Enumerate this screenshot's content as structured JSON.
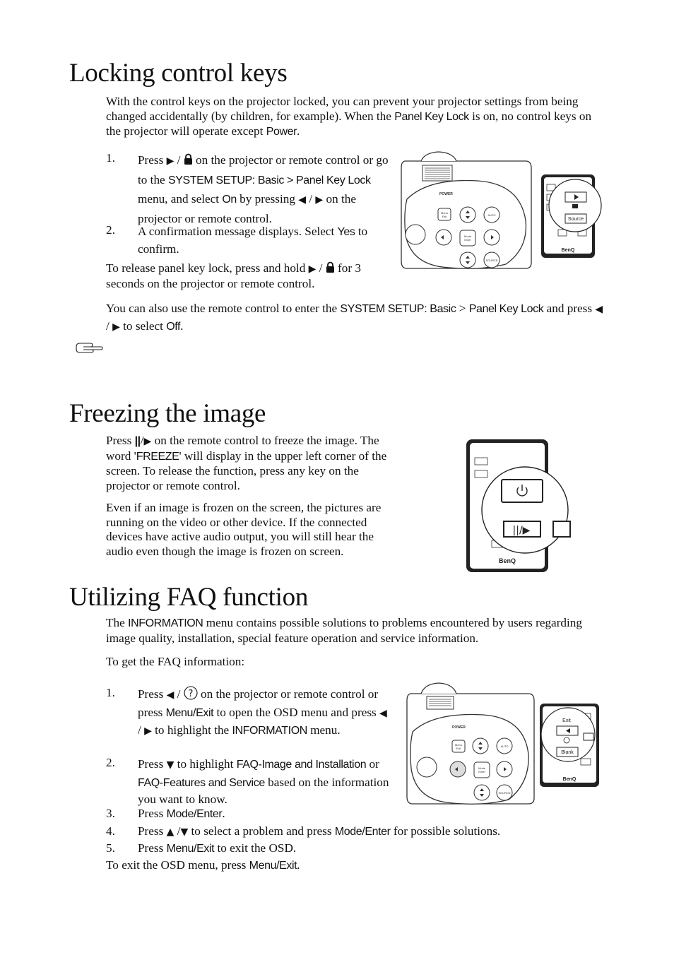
{
  "sections": {
    "locking": {
      "title": "Locking control keys",
      "intro": {
        "a": "With the control keys on the projector locked, you can prevent your projector settings from being changed accidentally (by children, for example). When the ",
        "b": "Panel Key Lock",
        "c": " is on, no control keys on the projector will operate except ",
        "d": "Power",
        "e": "."
      },
      "step1_num": "1.",
      "step1": {
        "a": "Press ",
        "b": " on the projector or remote control or go to the ",
        "c": "SYSTEM SETUP: Basic > Panel Key Lock",
        "d": " menu, and select ",
        "e": "On",
        "f": " by pressing ",
        "g": " on the projector or remote control."
      },
      "step2_num": "2.",
      "step2": {
        "a": "A confirmation message displays. Select ",
        "b": "Yes",
        "c": " to confirm."
      },
      "release": {
        "a": "To release panel key lock, press and hold ",
        "b": " for 3 seconds on the projector or remote control."
      },
      "also": {
        "a": "You can also use the remote control to enter the ",
        "b": "SYSTEM SETUP: Basic",
        "c": " > ",
        "d": "Panel Key Lock",
        "e": " and press ",
        "f": " to select ",
        "g": "Off",
        "h": "."
      }
    },
    "freeze": {
      "title": "Freezing the image",
      "p1": {
        "a": "Press ",
        "b": " on the remote control to freeze the image. The word '",
        "c": "FREEZE",
        "d": "' will display in the upper left corner of the screen. To release the function, press any key on the projector or remote control."
      },
      "p2": "Even if an image is frozen on the screen, the pictures are running on the video or other device. If the connected devices have active audio output, you will still hear the audio even though the image is frozen on screen."
    },
    "faq": {
      "title": "Utilizing FAQ function",
      "intro": {
        "a": "The ",
        "b": "INFORMATION",
        "c": " menu contains possible solutions to problems encountered by users regarding image quality, installation, special feature operation and service information."
      },
      "get": "To get the FAQ information:",
      "s1_num": "1.",
      "s1": {
        "a": "Press ",
        "b": " on the projector or remote control or press ",
        "c": "Menu/Exit",
        "d": " to open the OSD menu and press ",
        "e": " to highlight the ",
        "f": "INFORMATION",
        "g": " menu."
      },
      "s2_num": "2.",
      "s2": {
        "a": "Press ",
        "b": " to highlight ",
        "c": "FAQ-Image and Installation",
        "d": " or ",
        "e": "FAQ-Features and Service",
        "f": " based on the information you want to know."
      },
      "s3_num": "3.",
      "s3": {
        "a": "Press ",
        "b": "Mode/Enter",
        "c": "."
      },
      "s4_num": "4.",
      "s4": {
        "a": "Press ",
        "b": " to select a problem and press ",
        "c": "Mode/Enter",
        "d": " for possible solutions."
      },
      "s5_num": "5.",
      "s5": {
        "a": "Press ",
        "b": "Menu/Exit",
        "c": " to exit the OSD."
      },
      "exit": {
        "a": "To exit the OSD menu, press ",
        "b": "Menu/Exit",
        "c": "."
      }
    }
  },
  "glyphs": {
    "right": "▶",
    "left": "◀",
    "up": "▲",
    "down": "▼",
    "slash": "/",
    "freeze_bars": "||",
    "help": "?"
  },
  "illustrations": {
    "projector_power": "POWER",
    "btn_menu": "Menu\nExit",
    "btn_auto": "AUTO",
    "btn_mode": "Mode\nEnter",
    "btn_source": "SOURCE",
    "remote_source": "Source",
    "remote_exit": "Exit",
    "remote_blank": "Blank",
    "brand": "BenQ"
  },
  "icons": [
    "lock-icon",
    "note-hand-icon",
    "power-icon",
    "help-icon"
  ]
}
